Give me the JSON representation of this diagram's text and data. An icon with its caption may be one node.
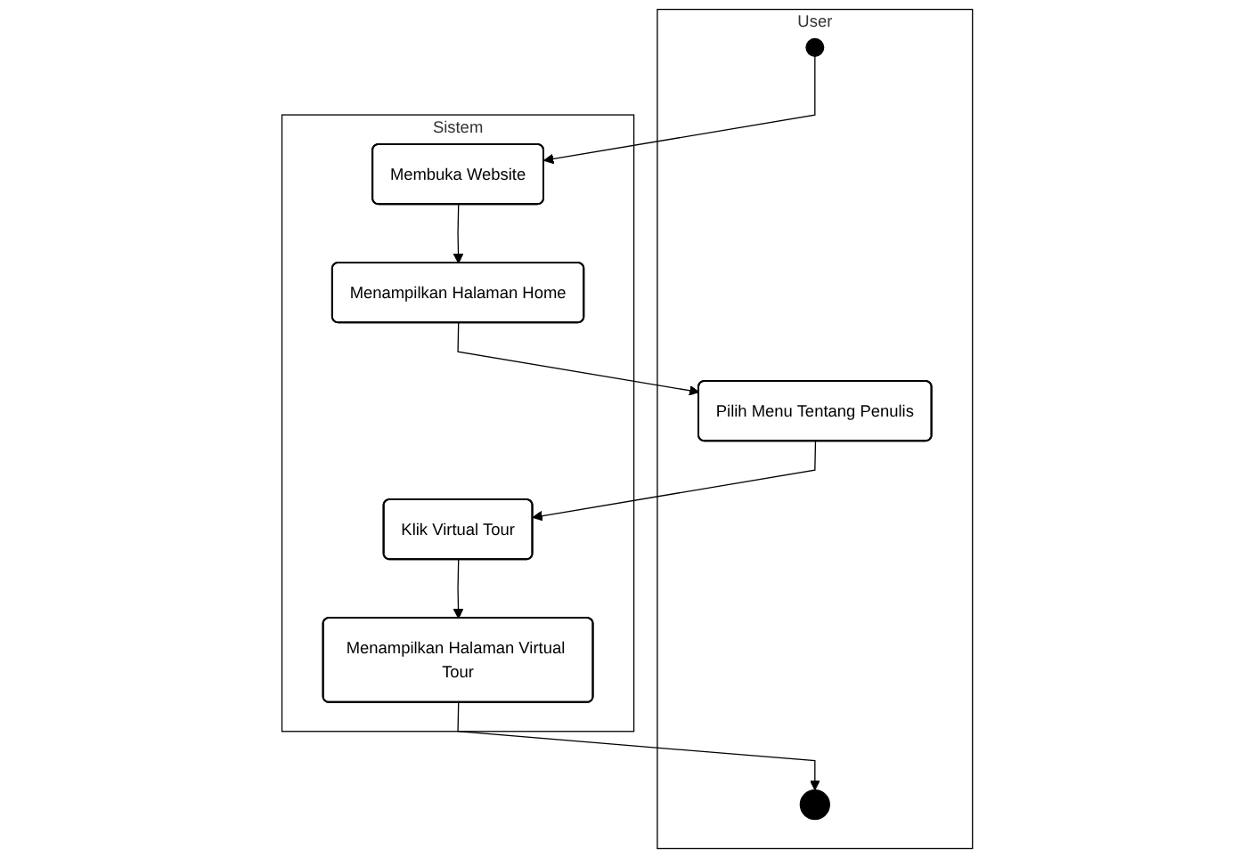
{
  "diagram": {
    "nodes": [
      {
        "text": [
          "User"
        ]
      },
      {
        "text": [
          "Sistem"
        ]
      },
      {
        "text": [],
        "shape": "circle",
        "in": 0
      },
      {
        "text": [
          "Membuka Website"
        ],
        "in": 1
      },
      {
        "text": [
          "Menampilkan Halaman Home"
        ],
        "in": 1
      },
      {
        "text": [
          "Pilih Menu Tentang Penulis"
        ],
        "in": 0
      },
      {
        "text": [
          "Klik Virtual Tour"
        ],
        "in": 1
      },
      {
        "text": [
          "Menampilkan Halaman Virtual Tour"
        ],
        "in": 1
      },
      {
        "text": [],
        "shape": "circle",
        "in": 0
      }
    ],
    "edges": [
      {
        "from": 2,
        "to": 3,
        "arrow": "to"
      },
      {
        "from": 3,
        "to": 4,
        "arrow": "to"
      },
      {
        "from": 4,
        "to": 5,
        "arrow": "to"
      },
      {
        "from": 5,
        "to": 6,
        "arrow": "to"
      },
      {
        "from": 6,
        "to": 7,
        "arrow": "to"
      },
      {
        "from": 7,
        "to": 8,
        "arrow": "to"
      }
    ]
  }
}
